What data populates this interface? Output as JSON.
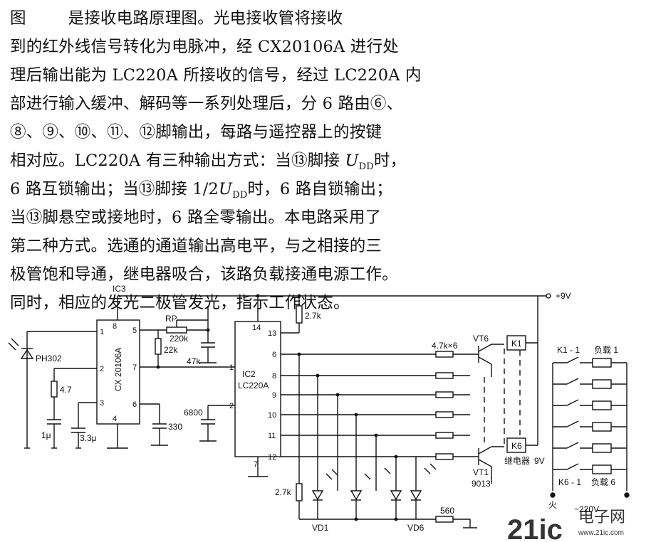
{
  "paragraph": [
    {
      "a": "图        是接收电路原理图。光电接收管将接收"
    },
    {
      "a": "到的红外线信号转化为电脉冲，经 CX20106A 进行处"
    },
    {
      "a": "理后输出能为 LC220A 所接收的信号，经过 LC220A 内"
    },
    {
      "a": "部进行输入缓冲、解码等一系列处理后，分 6 路由⑥、"
    },
    {
      "a": "⑧、⑨、⑩、⑪、⑫脚输出，每路与遥控器上的按键"
    },
    {
      "a": "相对应。LC220A 有三种输出方式：当⑬脚接 ",
      "u": "U",
      "sub": "DD",
      "b": "时，"
    },
    {
      "a": "6 路互锁输出；当⑬脚接 1/2",
      "u": "U",
      "sub": "DD",
      "b": "时，6 路自锁输出；"
    },
    {
      "a": "当⑬脚悬空或接地时，6 路全零输出。本电路采用了"
    },
    {
      "a": "第二种方式。选通的通道输出高电平，与之相接的三"
    },
    {
      "a": "极管饱和导通，继电器吸合，该路负载接通电源工作。"
    },
    {
      "a": "同时，相应的发光二极管发光，指示工作状态。"
    }
  ],
  "circuit": {
    "ic3_ref": "IC3",
    "ic3_name": "CX 20106A",
    "ic2_ref": "IC2",
    "ic2_name": "LC220A",
    "supply": "+9V",
    "ph302": "PH302",
    "r47": "4.7",
    "c1u": "1μ",
    "c33u": "3.3μ",
    "c330": "330",
    "rp": "RP",
    "r220k": "220k",
    "r22k": "22k",
    "r47k": "47k",
    "c6800": "6800",
    "r27k_top": "2.7k",
    "r27k_bot": "2.7k",
    "rarray": "4.7k×6",
    "vt6": "VT6",
    "vt1": "VT1",
    "vt_type": "9013",
    "k1": "K1",
    "k6": "K6",
    "relay_label": "继电器",
    "relay_v": "9V",
    "k1_1": "K1 - 1",
    "k6_1": "K6 - 1",
    "load1": "负载 1",
    "load6": "负载 6",
    "huo": "火",
    "mains": "~220V",
    "vd1": "VD1",
    "vd6": "VD6",
    "r560": "560",
    "ic3_pins": [
      "1",
      "2",
      "3",
      "4",
      "5",
      "6",
      "7",
      "8"
    ],
    "ic2_pins": [
      "14",
      "13",
      "6",
      "8",
      "9",
      "10",
      "11",
      "12",
      "7",
      "1",
      "2"
    ]
  },
  "watermark": {
    "brand": "21ic",
    "cn": "电子网",
    "url": "www.21ic.com"
  },
  "colors": {
    "ink": "#111111",
    "watermark": "#d9232e"
  }
}
